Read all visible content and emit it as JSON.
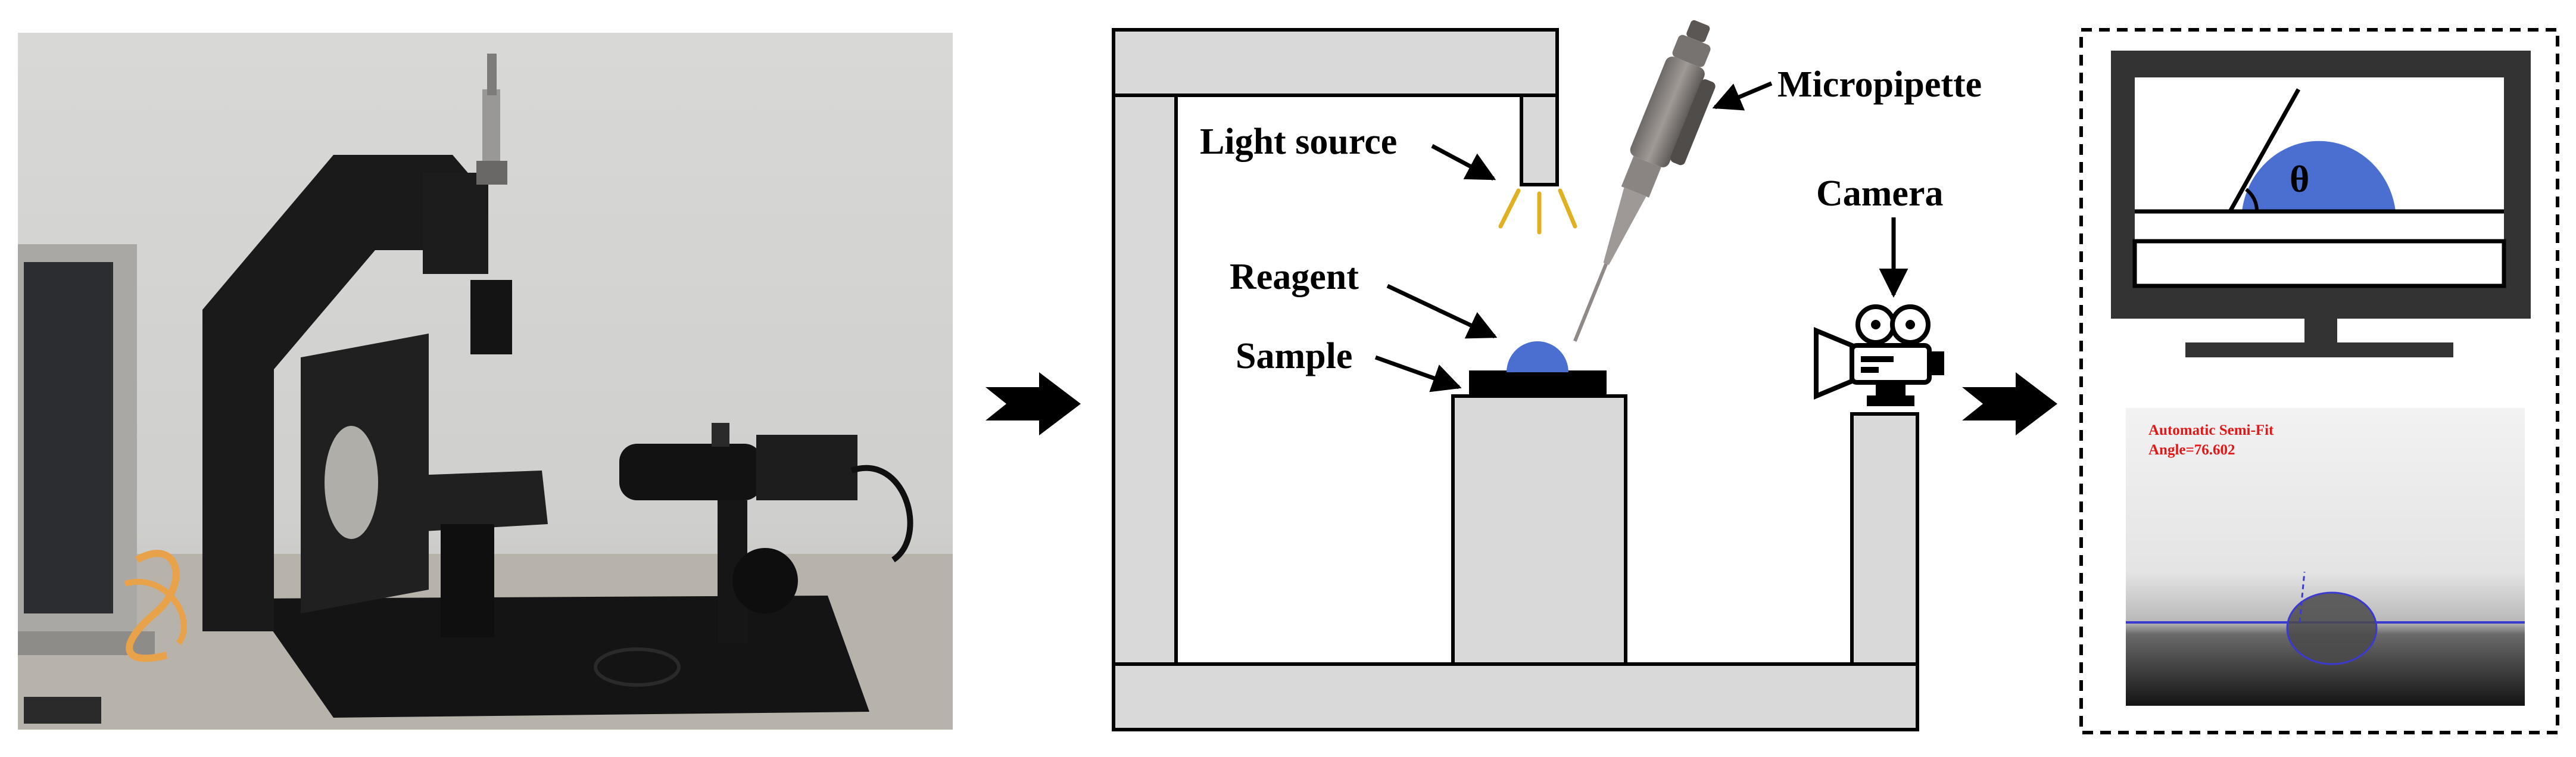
{
  "labels": {
    "light_source": "Light source",
    "micropipette": "Micropipette",
    "camera": "Camera",
    "reagent": "Reagent",
    "sample": "Sample",
    "theta": "θ"
  },
  "result": {
    "line1": "Automatic Semi-Fit",
    "line2": "Angle=76.602"
  },
  "colors": {
    "drop": "#4a6fd0",
    "panel_fill": "#d9d9d9",
    "outline": "#000000",
    "light_rays": "#e0b020",
    "result_text": "#e01818",
    "baseline": "#3a3ad0"
  },
  "icons": [
    "right-arrow-icon",
    "micropipette-icon",
    "camera-icon",
    "monitor-icon"
  ]
}
